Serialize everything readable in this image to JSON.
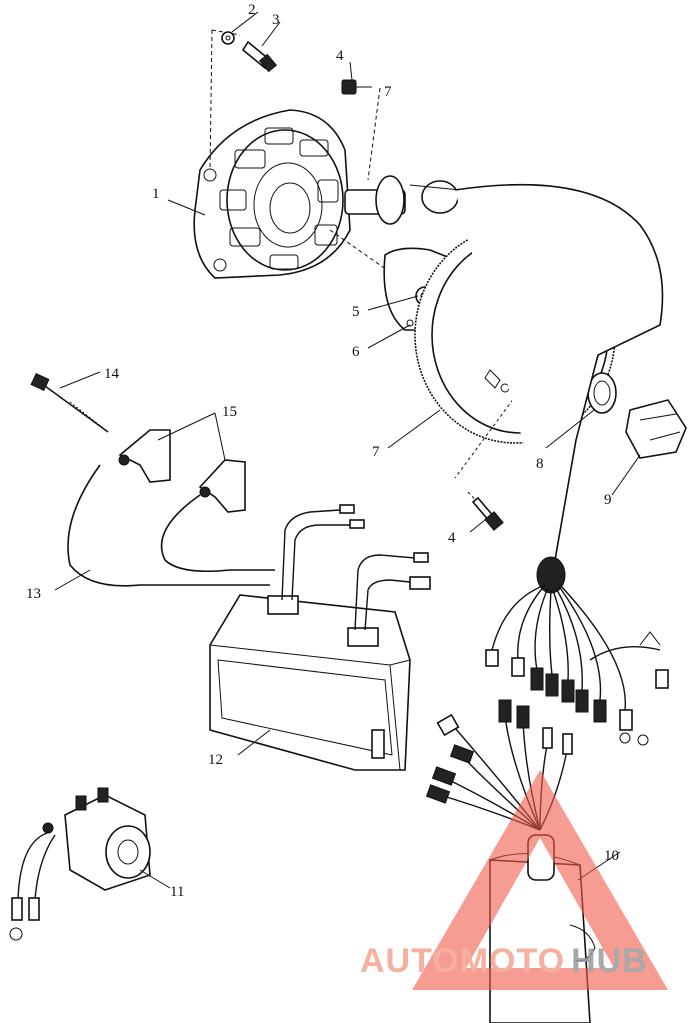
{
  "callouts": {
    "c1": "1",
    "c2": "2",
    "c3": "3",
    "c4a": "4",
    "c4b": "4",
    "c5": "5",
    "c6": "6",
    "c7a": "7",
    "c7b": "7",
    "c8": "8",
    "c9": "9",
    "c10": "10",
    "c11": "11",
    "c12": "12",
    "c13": "13",
    "c14": "14",
    "c15": "15"
  },
  "watermark": {
    "part1": "AUTOMOTO",
    "part2": "HUB",
    "color_primary": "#f4a38f",
    "color_secondary": "#9a9a9a",
    "triangle_color": "#f25a4a"
  }
}
